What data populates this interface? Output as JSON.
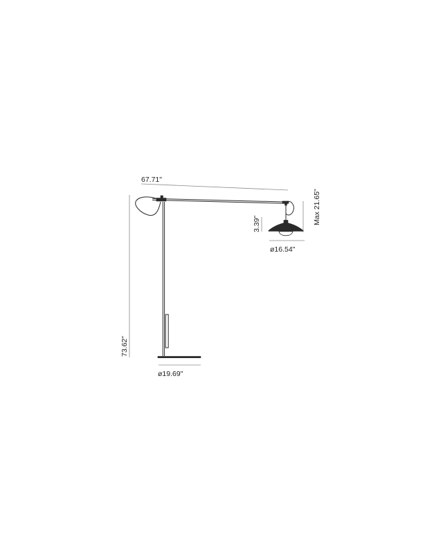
{
  "dimensions": {
    "arm_length": "67.71\"",
    "total_height": "73.62\"",
    "base_diameter": "ø19.69\"",
    "shade_diameter": "ø16.54\"",
    "shade_height": "3.39\"",
    "max_drop": "Max 21.65\""
  },
  "colors": {
    "line": "#2a2a2a",
    "dimension_line": "#8a8a8a",
    "text": "#1e1e1e",
    "background": "#ffffff"
  }
}
